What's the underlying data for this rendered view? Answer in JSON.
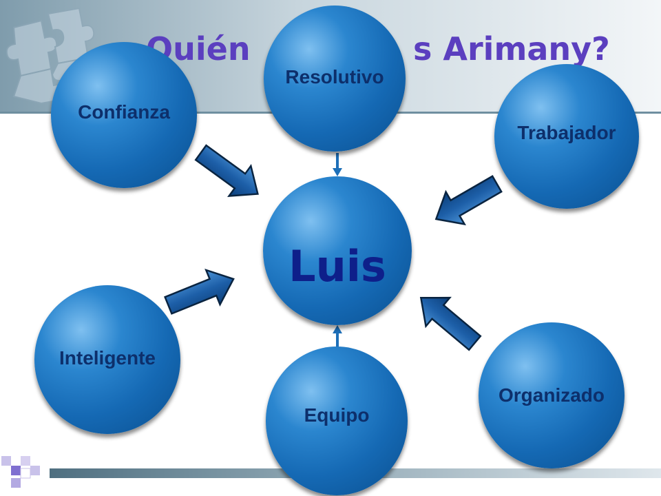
{
  "slide": {
    "title_left": "Quién",
    "title_right": "s Arimany?"
  },
  "circles": {
    "center": "Luis",
    "top": "Resolutivo",
    "top_left": "Confianza",
    "top_right": "Trabajador",
    "bottom_left": "Inteligente",
    "bottom": "Equipo",
    "bottom_right": "Organizado"
  },
  "colors": {
    "sphere": "#1569b4",
    "arrow": "#1d5fa8",
    "title": "#5b3fbf",
    "label": "#0d2f6b"
  }
}
